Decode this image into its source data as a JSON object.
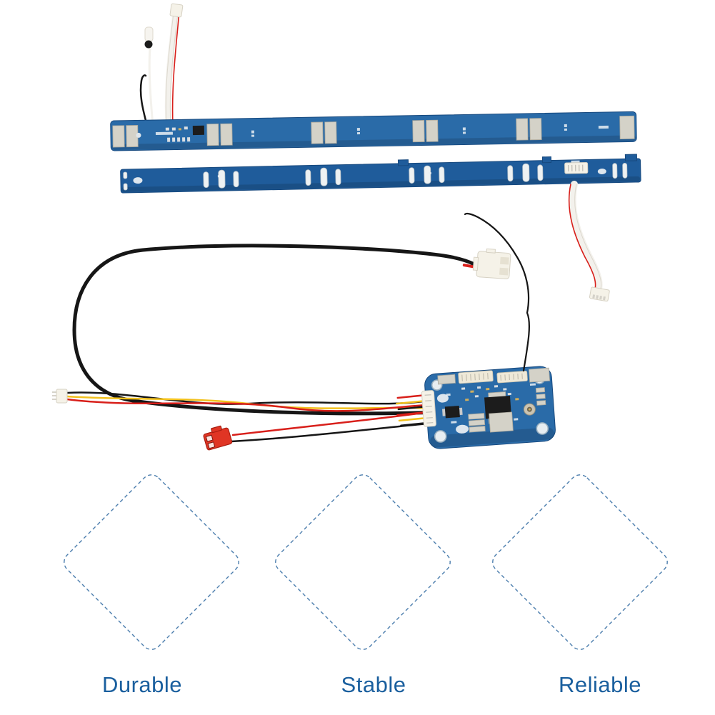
{
  "page": {
    "type": "product-photo",
    "subject": "Electric scooter battery BMS circuit board kit photo",
    "background": "#ffffff"
  },
  "features": [
    {
      "label": "Durable"
    },
    {
      "label": "Stable"
    },
    {
      "label": "Reliable"
    }
  ],
  "parts": {
    "strip_front": "battery protection strip - component side",
    "strip_back": "battery protection strip - back side",
    "bms_board": "BMS controller board",
    "main_wire": "black power wire loop",
    "power_connector": "white power connector",
    "jst_connector": "red JST connector",
    "sense_connector": "white 3-pin sense connector",
    "balance_ribbon": "white ribbon cable with red stripe",
    "thermistor": "temperature sensor probe"
  },
  "colors": {
    "background": "#ffffff",
    "pcb_blue": "#2a6ba8",
    "pcb_dark_blue": "#1f5c9b",
    "pcb_edge": "#17497e",
    "pad_silver": "#d4d2c8",
    "pad_stroke": "#a8a69b",
    "slot_white": "#eef2f3",
    "component_black": "#1c1c1c",
    "ivory_connector": "#efe9d8",
    "connector_white": "#f5f2e8",
    "connector_red": "#e03524",
    "wire_black": "#161616",
    "wire_red": "#d81f1a",
    "wire_yellow": "#f2c11d",
    "wire_white": "#f3f1ec",
    "label_blue": "#1a5f9e",
    "diamond_border": "#4b7dad"
  }
}
